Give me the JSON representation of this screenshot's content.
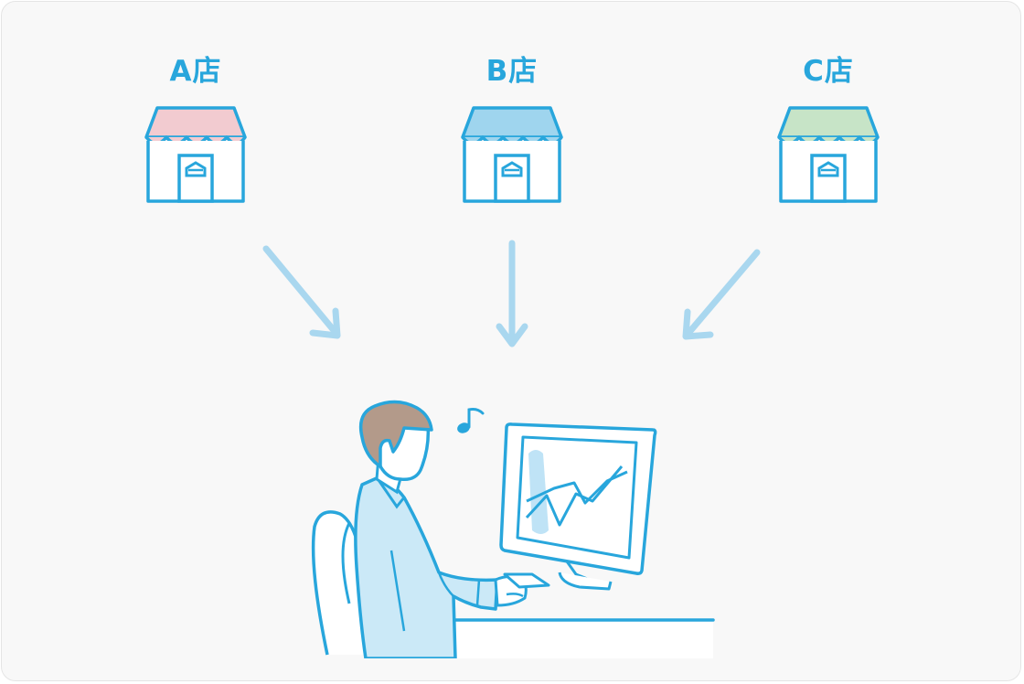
{
  "stores": [
    {
      "label": "A店",
      "awning_color": "#f2cbd0"
    },
    {
      "label": "B店",
      "awning_color": "#9fd5ee"
    },
    {
      "label": "C店",
      "awning_color": "#c7e4c7"
    }
  ],
  "colors": {
    "outline": "#28a6dc",
    "arrow": "#a9d7ef",
    "shirt": "#cbe9f7",
    "hair": "#b39a8a",
    "skin": "#ffffff",
    "chart_highlight": "#bfe3f6"
  },
  "icons": {
    "store": "store-icon",
    "arrow": "arrow-down-icon",
    "music_note": "music-note-icon",
    "computer": "computer-monitor-icon"
  }
}
